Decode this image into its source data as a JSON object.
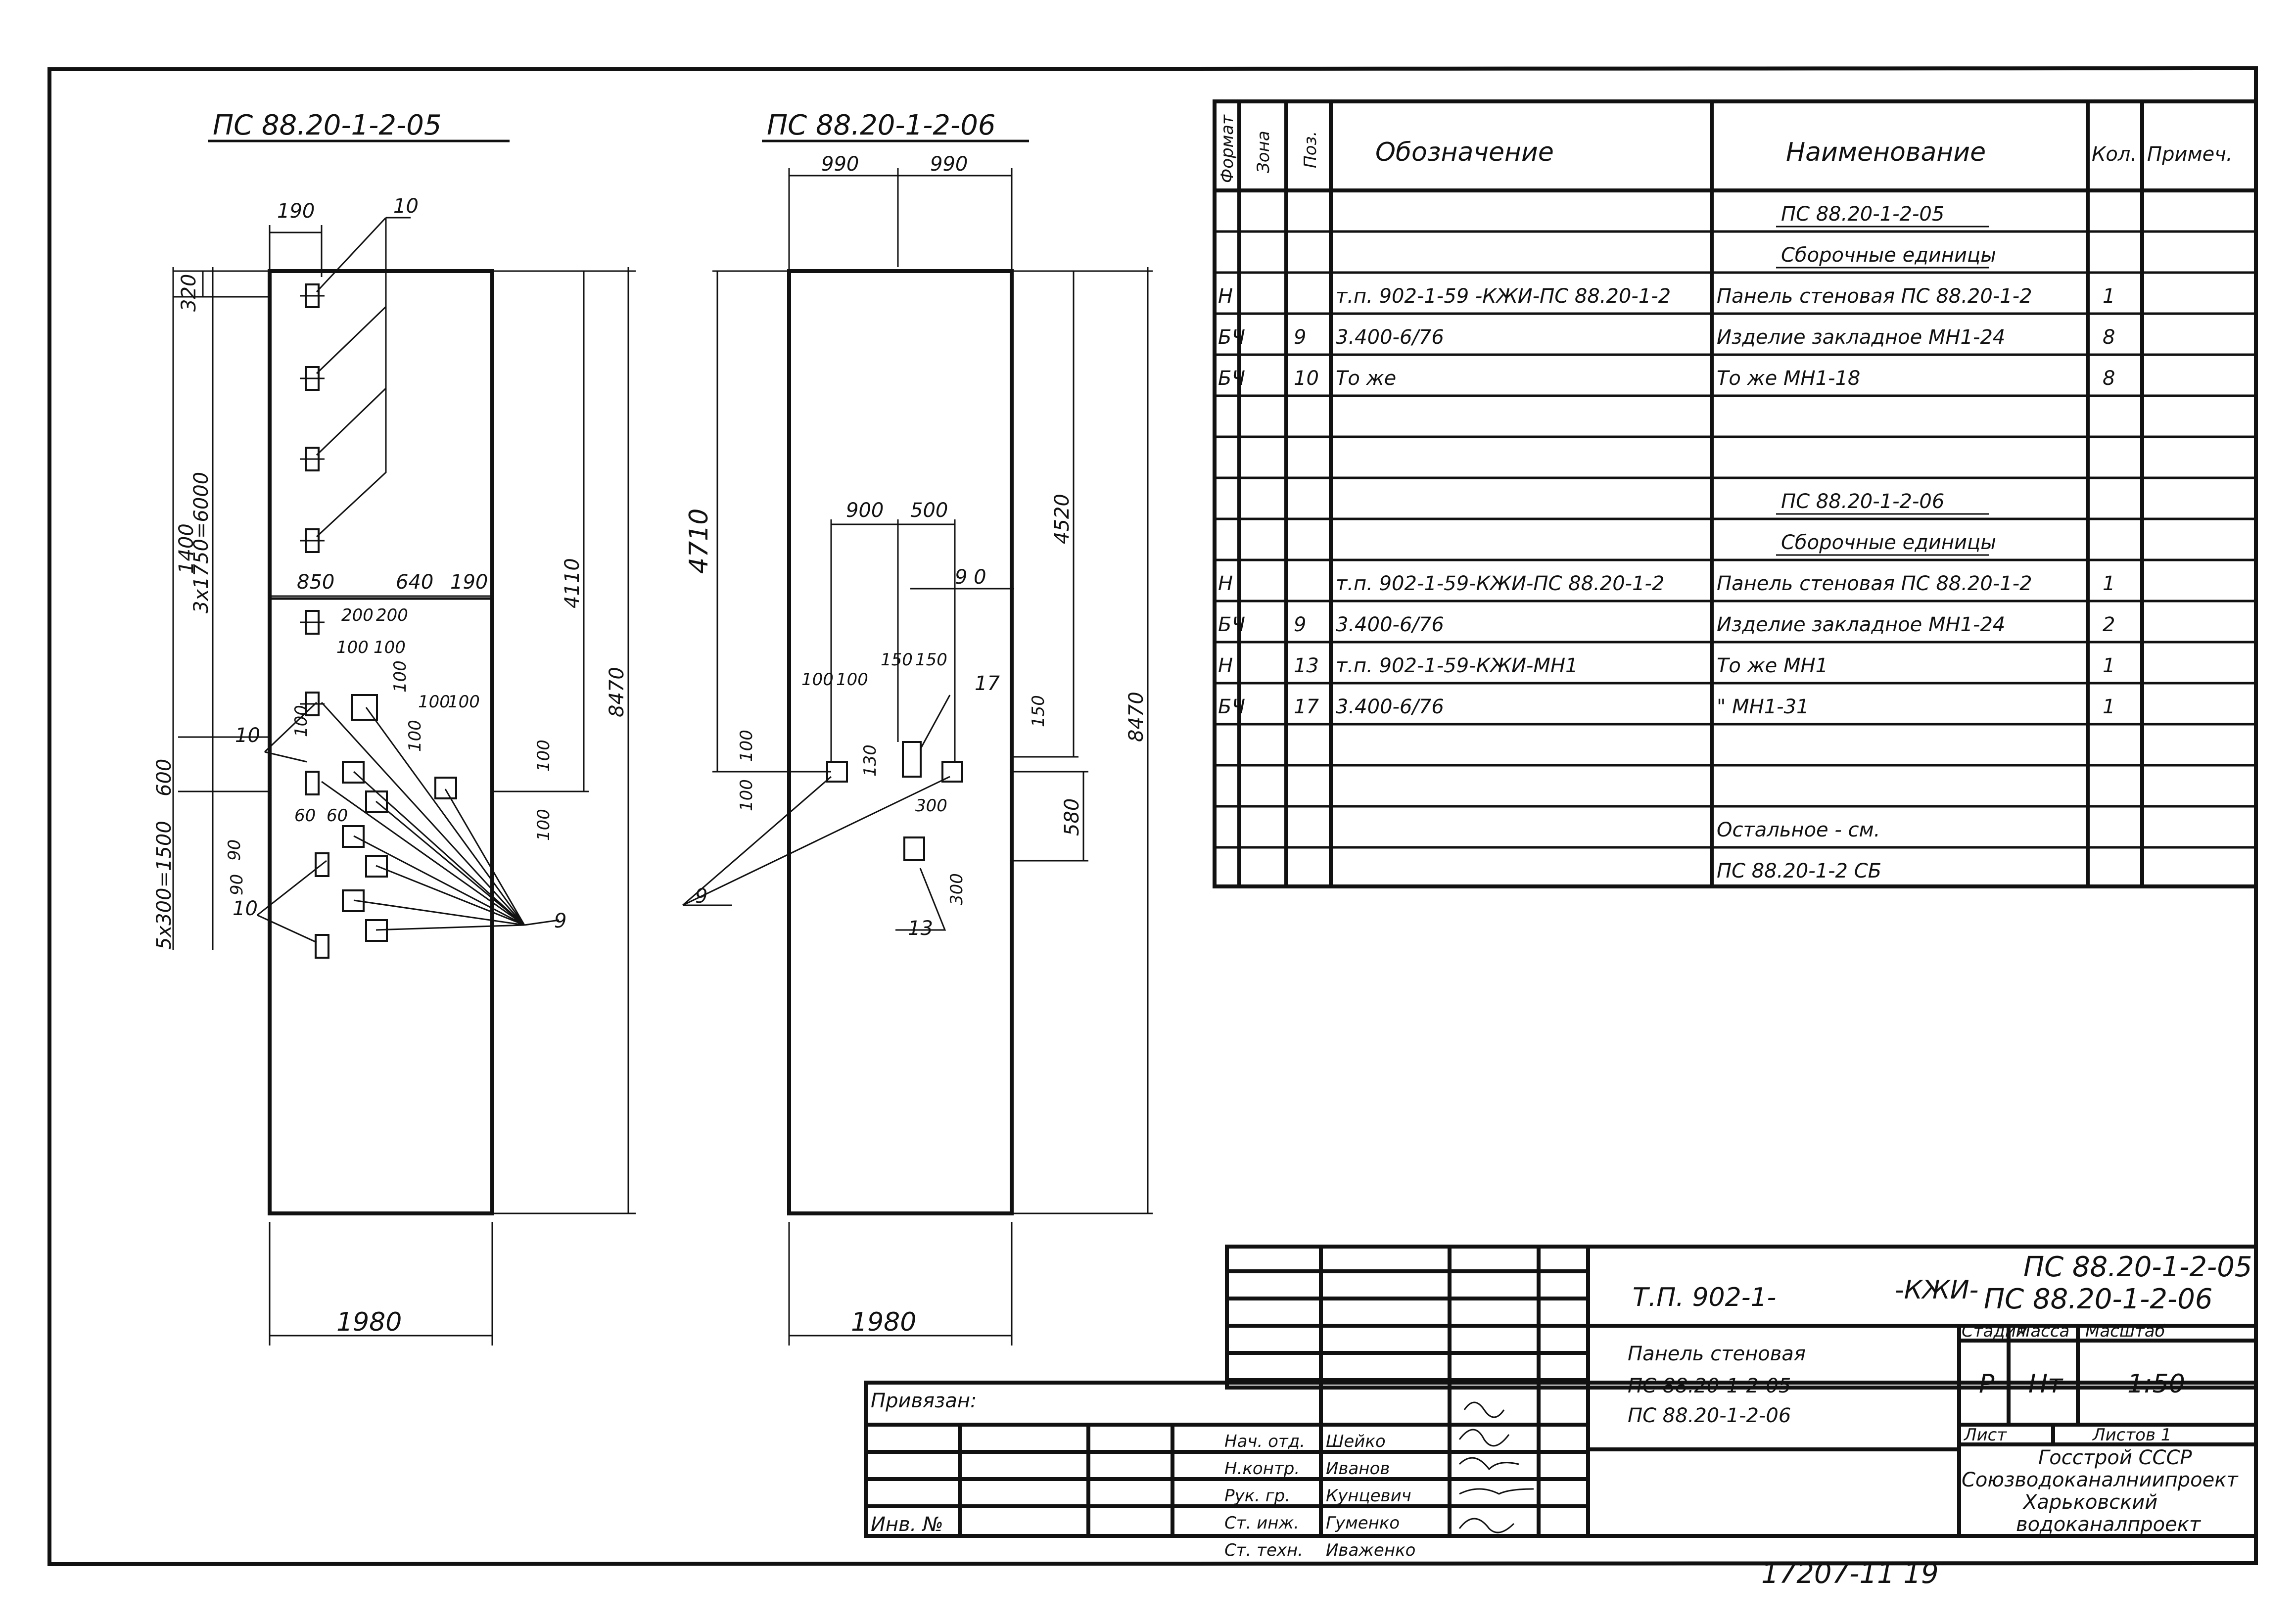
{
  "views": [
    {
      "title": "ПС 88.20-1-2-05",
      "dims": {
        "w1": "190",
        "mark_top": "10",
        "v320": "320",
        "v1400": "1400",
        "v3x1750": "3х1750=6000",
        "v4110": "4110",
        "v8470": "8470",
        "h850": "850",
        "h640": "640",
        "h190": "190",
        "h200a": "200",
        "h200b": "200",
        "h100a": "100",
        "h100b": "100",
        "v100": "100",
        "h100c": "100",
        "h100d": "100",
        "v100b": "100",
        "v600": "600",
        "v100c": "100",
        "v100d": "100",
        "v100e": "100",
        "h60a": "60",
        "h60b": "60",
        "v90": "90",
        "v90b": "90",
        "v5x300": "5х300=1500",
        "bottom_w": "1980"
      },
      "marks": {
        "m10a": "10",
        "m10b": "10",
        "m9": "9"
      }
    },
    {
      "title": "ПС 88.20-1-2-06",
      "dims": {
        "w990a": "990",
        "w990b": "990",
        "v4710": "4710",
        "v4520": "4520",
        "v8470": "8470",
        "h900": "900",
        "h500": "500",
        "h910": "9 0",
        "h150a": "150",
        "h150b": "150",
        "h100a": "100",
        "h100b": "100",
        "v100a": "100",
        "v100b": "100",
        "v130": "130",
        "v150": "150",
        "v300": "300",
        "v580": "580",
        "v300b": "300",
        "bottom_w": "1980"
      },
      "marks": {
        "m9": "9",
        "m17": "17",
        "m13": "13"
      }
    }
  ],
  "spec": {
    "headers": {
      "format": "Формат",
      "zone": "Зона",
      "pos": "Поз.",
      "designation": "Обозначение",
      "name": "Наименование",
      "qty": "Кол.",
      "note": "Примеч."
    },
    "rows": [
      {
        "fmt": "",
        "zone": "",
        "pos": "",
        "des": "",
        "name": "ПС 88.20-1-2-05",
        "qty": "",
        "note": "",
        "name_center": true
      },
      {
        "fmt": "",
        "zone": "",
        "pos": "",
        "des": "",
        "name": "Сборочные единицы",
        "qty": "",
        "note": "",
        "name_center": true
      },
      {
        "fmt": "Н",
        "zone": "",
        "pos": "",
        "des": "т.п. 902-1-59 -КЖИ-ПС 88.20-1-2",
        "name": "Панель стеновая ПС 88.20-1-2",
        "qty": "1",
        "note": ""
      },
      {
        "fmt": "БЧ",
        "zone": "",
        "pos": "9",
        "des": "3.400-6/76",
        "name": "Изделие закладное МН1-24",
        "qty": "8",
        "note": ""
      },
      {
        "fmt": "БЧ",
        "zone": "",
        "pos": "10",
        "des": "То же",
        "name": "То же                  МН1-18",
        "qty": "8",
        "note": ""
      },
      {
        "fmt": "",
        "zone": "",
        "pos": "",
        "des": "",
        "name": "",
        "qty": "",
        "note": ""
      },
      {
        "fmt": "",
        "zone": "",
        "pos": "",
        "des": "",
        "name": "",
        "qty": "",
        "note": ""
      },
      {
        "fmt": "",
        "zone": "",
        "pos": "",
        "des": "",
        "name": "ПС 88.20-1-2-06",
        "qty": "",
        "note": "",
        "name_center": true
      },
      {
        "fmt": "",
        "zone": "",
        "pos": "",
        "des": "",
        "name": "Сборочные единицы",
        "qty": "",
        "note": "",
        "name_center": true
      },
      {
        "fmt": "Н",
        "zone": "",
        "pos": "",
        "des": "т.п. 902-1-59-КЖИ-ПС 88.20-1-2",
        "name": "Панель стеновая ПС 88.20-1-2",
        "qty": "1",
        "note": ""
      },
      {
        "fmt": "БЧ",
        "zone": "",
        "pos": "9",
        "des": "3.400-6/76",
        "name": "Изделие закладное МН1-24",
        "qty": "2",
        "note": ""
      },
      {
        "fmt": "Н",
        "zone": "",
        "pos": "13",
        "des": "т.п. 902-1-59-КЖИ-МН1",
        "name": "То же                  МН1",
        "qty": "1",
        "note": ""
      },
      {
        "fmt": "БЧ",
        "zone": "",
        "pos": "17",
        "des": "3.400-6/76",
        "name": "\"                      МН1-31",
        "qty": "1",
        "note": ""
      },
      {
        "fmt": "",
        "zone": "",
        "pos": "",
        "des": "",
        "name": "",
        "qty": "",
        "note": ""
      },
      {
        "fmt": "",
        "zone": "",
        "pos": "",
        "des": "",
        "name": "",
        "qty": "",
        "note": ""
      },
      {
        "fmt": "",
        "zone": "",
        "pos": "",
        "des": "",
        "name": "Остальное - см.",
        "qty": "",
        "note": ""
      },
      {
        "fmt": "",
        "zone": "",
        "pos": "",
        "des": "",
        "name": "ПС 88.20-1-2 СБ",
        "qty": "",
        "note": ""
      }
    ]
  },
  "title_block": {
    "code_left": "Т.П. 902-1-",
    "code_mid": "-КЖИ-",
    "code_right_1": "ПС 88.20-1-2-05",
    "code_right_2": "ПС 88.20-1-2-06",
    "desc_1": "Панель стеновая",
    "desc_2": "ПС 88.20-1-2-05",
    "desc_3": "ПС 88.20-1-2-06",
    "stage_h": "Стадия",
    "mass_h": "Масса",
    "scale_h": "Масштаб",
    "stage": "Р",
    "mass": "Нт",
    "scale": "1:50",
    "sheet": "Лист",
    "sheets": "Листов 1",
    "org_1": "Госстрой СССР",
    "org_2": "Союзводоканалниипроект",
    "org_3": "Харьковский",
    "org_4": "водоканалпроект",
    "linked": "Привязан:",
    "inv": "Инв. №",
    "roles": [
      {
        "role": "Нач. отд.",
        "name": "Шейко"
      },
      {
        "role": "Н.контр.",
        "name": "Иванов"
      },
      {
        "role": "Рук. гр.",
        "name": "Кунцевич"
      },
      {
        "role": "Ст. инж.",
        "name": "Гуменко"
      },
      {
        "role": "Ст. техн.",
        "name": "Иваженко"
      }
    ],
    "stamp": "17207-11   19"
  }
}
